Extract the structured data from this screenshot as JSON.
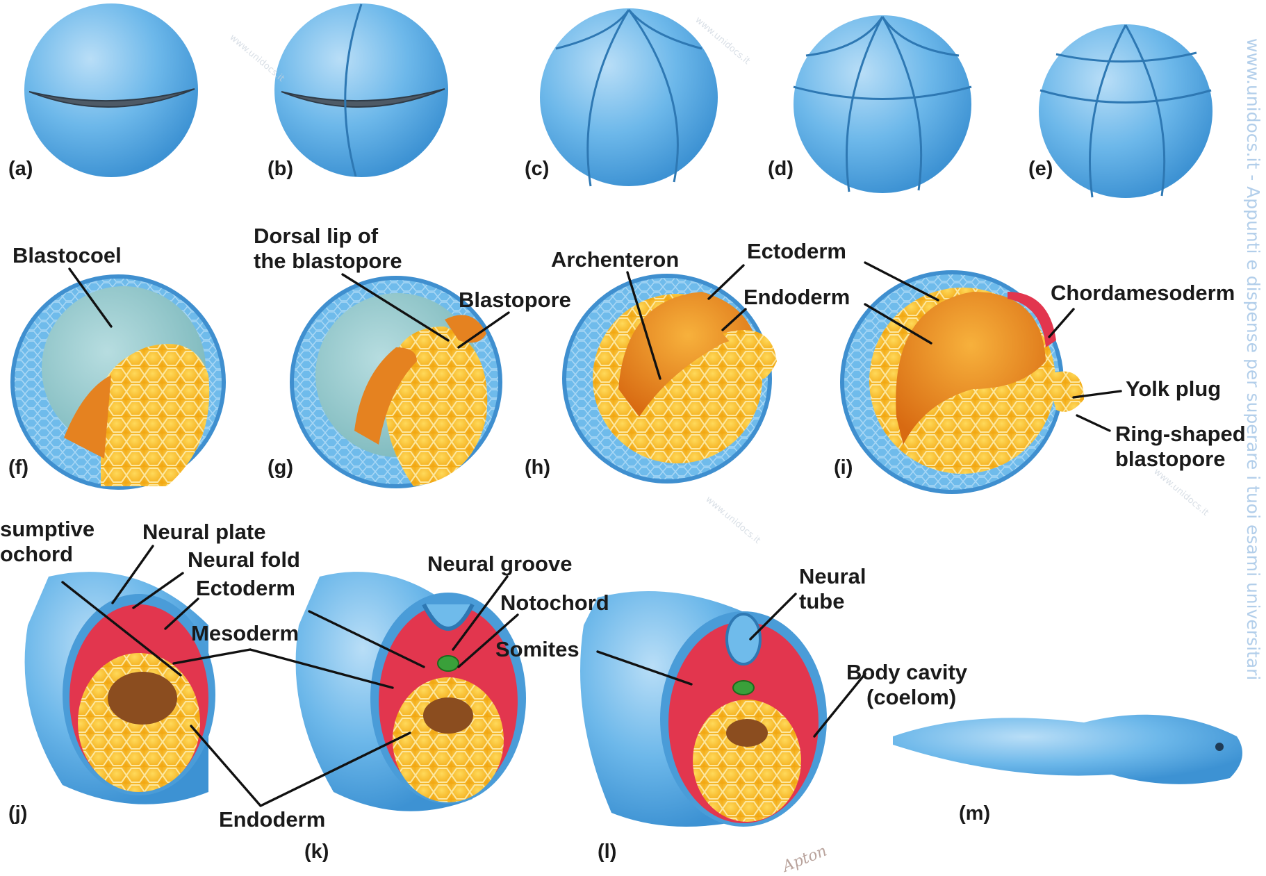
{
  "panels": {
    "a": "(a)",
    "b": "(b)",
    "c": "(c)",
    "d": "(d)",
    "e": "(e)",
    "f": "(f)",
    "g": "(g)",
    "h": "(h)",
    "i": "(i)",
    "j": "(j)",
    "k": "(k)",
    "l": "(l)",
    "m": "(m)"
  },
  "labels": {
    "blastocoel": "Blastocoel",
    "dorsal_lip_1": "Dorsal lip of",
    "dorsal_lip_2": "the blastopore",
    "blastopore": "Blastopore",
    "archenteron": "Archenteron",
    "ectoderm_h": "Ectoderm",
    "endoderm_h": "Endoderm",
    "chordamesoderm": "Chordamesoderm",
    "yolk_plug": "Yolk plug",
    "ring_blastopore_1": "Ring-shaped",
    "ring_blastopore_2": "blastopore",
    "presumptive_notochord_1": "sumptive",
    "presumptive_notochord_2": "ochord",
    "neural_plate": "Neural plate",
    "neural_fold": "Neural fold",
    "ectoderm_j": "Ectoderm",
    "mesoderm": "Mesoderm",
    "endoderm_jk": "Endoderm",
    "neural_groove": "Neural groove",
    "notochord": "Notochord",
    "somites": "Somites",
    "neural_tube_1": "Neural",
    "neural_tube_2": "tube",
    "body_cavity_1": "Body cavity",
    "body_cavity_2": "(coelom)"
  },
  "watermark": {
    "vertical": "www.unidocs.it   - Appunti e dispense per superare i tuoi esami universitari",
    "diagonal": "www.unidocs.it"
  },
  "signature": "Apton",
  "colors": {
    "cell_blue": "#5aaee6",
    "yolk_yellow": "#f5b21b",
    "archenteron_orange": "#e98a1f",
    "mesoderm_red": "#e2364e",
    "notochord_green": "#3aa03a",
    "label_text": "#1a1a1a"
  }
}
